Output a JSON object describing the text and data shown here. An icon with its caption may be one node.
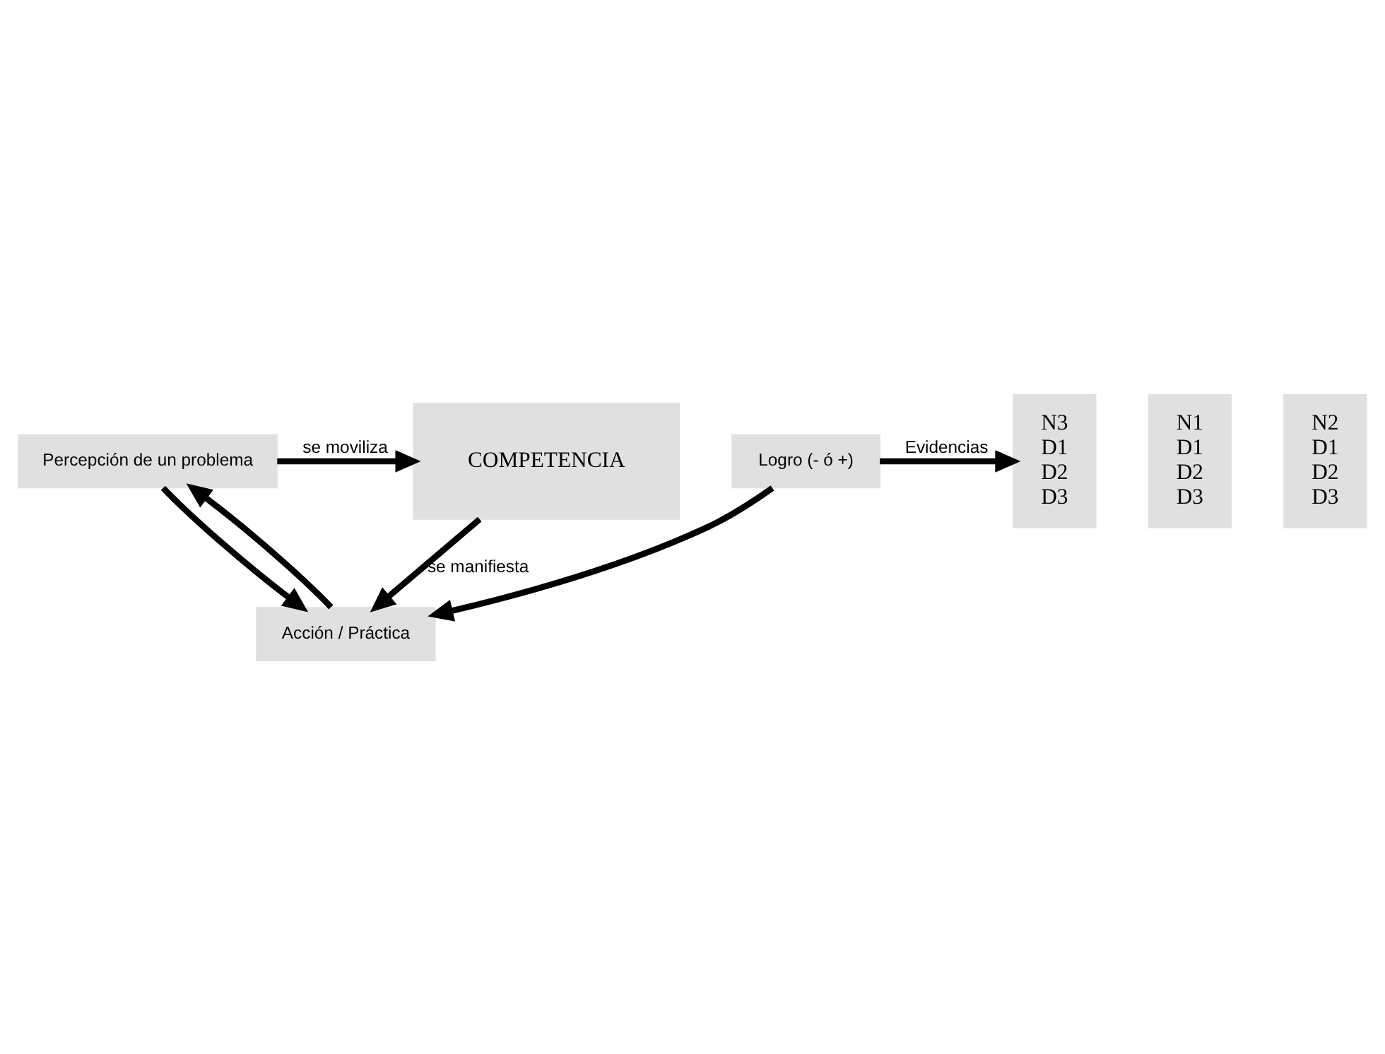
{
  "diagram": {
    "nodes": [
      {
        "text": [
          "COMPETENCIA"
        ]
      },
      {
        "text": [
          "Percepción de un problema"
        ]
      },
      {
        "text": [
          "Acción / Práctica"
        ]
      },
      {
        "text": [
          "Logro (- ó +)"
        ]
      },
      {
        "text": [
          "N1",
          "D1",
          "D2",
          "D3"
        ]
      },
      {
        "text": [
          "N2",
          "D1",
          "D2",
          "D3"
        ]
      },
      {
        "text": [
          "N3",
          "D1",
          "D2",
          "D3"
        ]
      }
    ],
    "edges": [
      {
        "from": 1,
        "to": 0,
        "arrow": "to",
        "label": "se moviliza"
      },
      {
        "from": 0,
        "to": 2,
        "arrow": "to",
        "label": "se manifiesta"
      },
      {
        "from": 1,
        "to": 2,
        "arrow": "to"
      },
      {
        "from": 2,
        "to": 1,
        "arrow": "to"
      },
      {
        "from": 3,
        "to": 2,
        "arrow": "to"
      },
      {
        "from": 3,
        "to": 6,
        "arrow": "to",
        "label": "Evidencias"
      }
    ]
  }
}
